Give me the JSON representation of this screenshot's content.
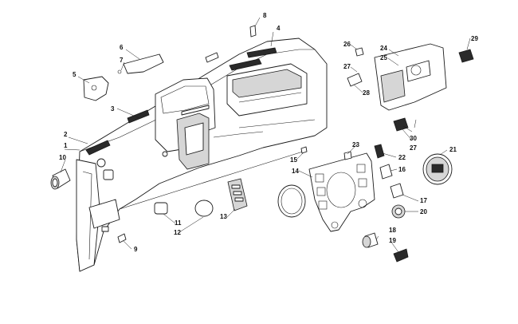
{
  "callouts": [
    "1",
    "2",
    "3",
    "4",
    "5",
    "6",
    "7",
    "8",
    "9",
    "10",
    "11",
    "12",
    "13",
    "14",
    "15",
    "16",
    "17",
    "18",
    "19",
    "20",
    "21",
    "22",
    "23",
    "24",
    "25",
    "26",
    "27",
    "27",
    "28",
    "29",
    "30"
  ],
  "colors": {
    "line": "#1a1a1a",
    "background": "#ffffff",
    "shade": "#d6d6d6"
  }
}
